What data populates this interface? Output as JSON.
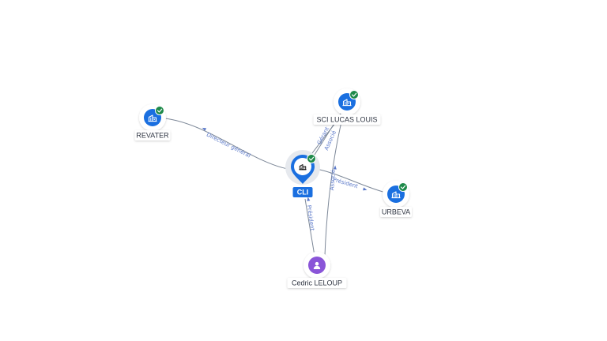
{
  "colors": {
    "company": "#1a6fe0",
    "person": "#8a55d8",
    "badge": "#1e8a4a",
    "main_label_bg": "#1a6fe0",
    "edge": "#7d8898",
    "edge_label": "#5b79c9"
  },
  "nodes": [
    {
      "id": "cli",
      "label": "CLI",
      "type": "company",
      "main": true,
      "icon": "building-icon",
      "verified": true
    },
    {
      "id": "revater",
      "label": "REVATER",
      "type": "company",
      "icon": "building-icon",
      "verified": true
    },
    {
      "id": "sci",
      "label": "SCI LUCAS LOUIS",
      "type": "company",
      "icon": "building-icon",
      "verified": true
    },
    {
      "id": "urbeva",
      "label": "URBEVA",
      "type": "company",
      "icon": "building-icon",
      "verified": true
    },
    {
      "id": "cedric",
      "label": "Cedric LELOUP",
      "type": "person",
      "icon": "person-icon",
      "verified": false
    }
  ],
  "edges": [
    {
      "id": "e1",
      "from": "cli",
      "to": "revater",
      "label": "Directeur général"
    },
    {
      "id": "e2",
      "from": "cli",
      "to": "sci",
      "label": "Gérant"
    },
    {
      "id": "e3",
      "from": "cli",
      "to": "sci",
      "label": "Associé"
    },
    {
      "id": "e4",
      "from": "cli",
      "to": "urbeva",
      "label": "Président"
    },
    {
      "id": "e5",
      "from": "cedric",
      "to": "cli",
      "label": "Président"
    },
    {
      "id": "e6",
      "from": "cedric",
      "to": "sci",
      "label": "Associé"
    }
  ]
}
